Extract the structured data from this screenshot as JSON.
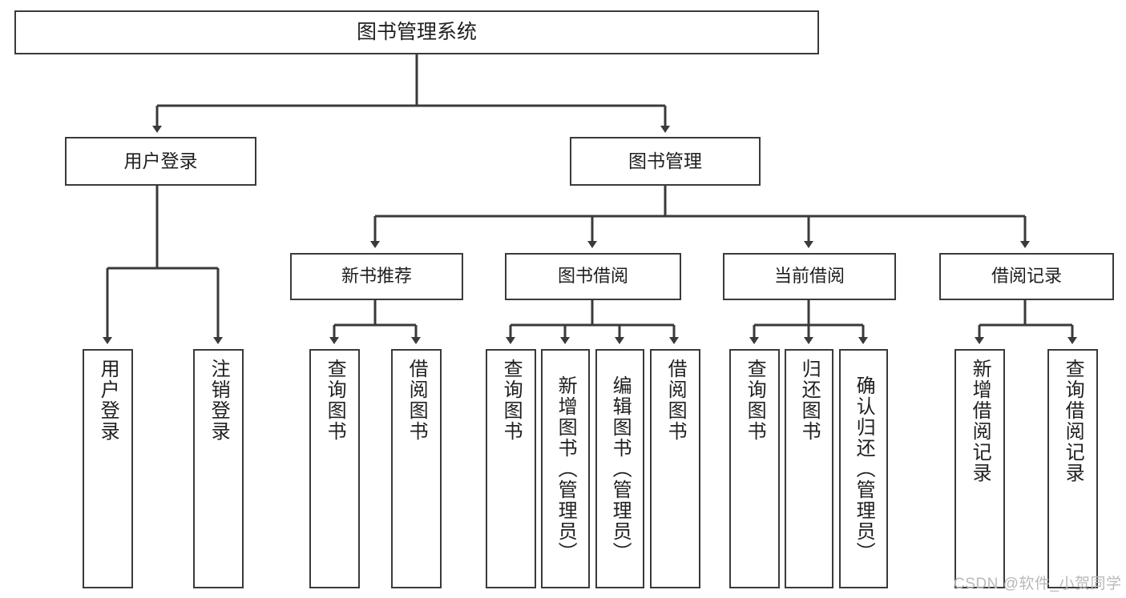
{
  "diagram": {
    "type": "tree-hierarchy",
    "title": "图书管理系统",
    "root": {
      "label": "图书管理系统"
    },
    "level2": [
      {
        "id": "user-login",
        "label": "用户登录"
      },
      {
        "id": "book-management",
        "label": "图书管理"
      }
    ],
    "level3": [
      {
        "id": "new-book-recommend",
        "label": "新书推荐",
        "parent": "book-management"
      },
      {
        "id": "book-borrow",
        "label": "图书借阅",
        "parent": "book-management"
      },
      {
        "id": "current-borrow",
        "label": "当前借阅",
        "parent": "book-management"
      },
      {
        "id": "borrow-record",
        "label": "借阅记录",
        "parent": "book-management"
      }
    ],
    "leaves": [
      {
        "id": "leaf-user-login",
        "label": "用户登录",
        "parent": "user-login"
      },
      {
        "id": "leaf-logout-login",
        "label": "注销登录",
        "parent": "user-login"
      },
      {
        "id": "leaf-query-book-1",
        "label": "查询图书",
        "parent": "new-book-recommend"
      },
      {
        "id": "leaf-borrow-book-1",
        "label": "借阅图书",
        "parent": "new-book-recommend"
      },
      {
        "id": "leaf-query-book-2",
        "label": "查询图书",
        "parent": "book-borrow"
      },
      {
        "id": "leaf-add-book",
        "label": "新增图书（管理员）",
        "parent": "book-borrow"
      },
      {
        "id": "leaf-edit-book",
        "label": "编辑图书（管理员）",
        "parent": "book-borrow"
      },
      {
        "id": "leaf-borrow-book-2",
        "label": "借阅图书",
        "parent": "book-borrow"
      },
      {
        "id": "leaf-query-book-3",
        "label": "查询图书",
        "parent": "current-borrow"
      },
      {
        "id": "leaf-return-book",
        "label": "归还图书",
        "parent": "current-borrow"
      },
      {
        "id": "leaf-confirm-return",
        "label": "确认归还（管理员）",
        "parent": "current-borrow"
      },
      {
        "id": "leaf-add-record",
        "label": "新增借阅记录",
        "parent": "borrow-record"
      },
      {
        "id": "leaf-query-record",
        "label": "查询借阅记录",
        "parent": "borrow-record"
      }
    ]
  },
  "watermark": {
    "text": "CSDN @软件_小贺同学"
  },
  "colors": {
    "stroke": "#3a3a3a",
    "text": "#1f1f1f",
    "background": "#ffffff",
    "watermark": "#b9b9b9"
  }
}
